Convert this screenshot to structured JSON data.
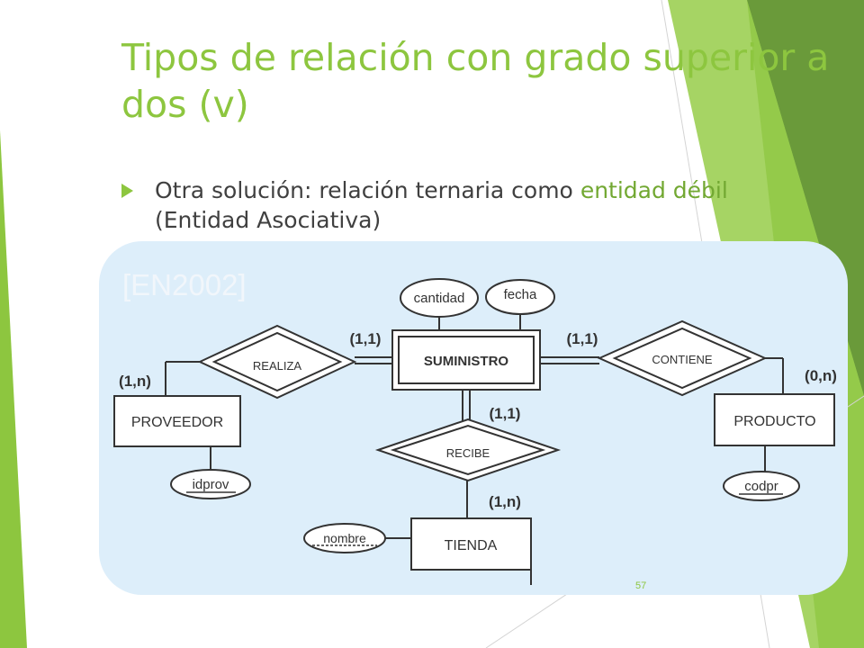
{
  "slide": {
    "title": "Tipos de relación con grado superior a dos (v)",
    "bullet": {
      "lead": "Otra solución: relación ternaria como ",
      "highlight": "entidad débil",
      "tail": " (Entidad Asociativa)"
    },
    "source_ref": "[EN2002]",
    "page_number": "57",
    "colors": {
      "accent_green": "#8dc63f",
      "panel_blue": "#ddeefa",
      "text_gray": "#404040"
    }
  },
  "diagram": {
    "entities": {
      "suministro": "SUMINISTRO",
      "proveedor": "PROVEEDOR",
      "producto": "PRODUCTO",
      "tienda": "TIENDA"
    },
    "relationships": {
      "realiza": "REALIZA",
      "contiene": "CONTIENE",
      "recibe": "RECIBE"
    },
    "attributes": {
      "cantidad": "cantidad",
      "fecha": "fecha",
      "idprov": "idprov",
      "codpr": "codpr",
      "nombre": "nombre"
    },
    "cardinalities": {
      "suministro_realiza": "(1,1)",
      "suministro_contiene": "(1,1)",
      "suministro_recibe": "(1,1)",
      "proveedor": "(1,n)",
      "producto": "(0,n)",
      "tienda": "(1,n)"
    }
  }
}
